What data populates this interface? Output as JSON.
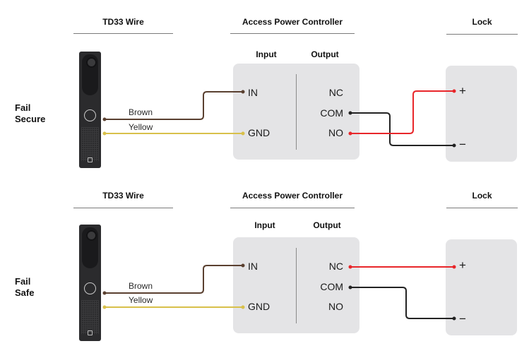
{
  "colors": {
    "brown": "#5a4030",
    "yellow": "#d8c04a",
    "red": "#e8262a",
    "black": "#232323",
    "box_fill": "#e4e4e6"
  },
  "sections": [
    {
      "mode_label_line1": "Fail",
      "mode_label_line2": "Secure",
      "headers": {
        "device": "TD33 Wire",
        "controller": "Access Power Controller",
        "lock": "Lock"
      },
      "controller": {
        "input_label": "Input",
        "output_label": "Output",
        "inputs": [
          "IN",
          "GND"
        ],
        "outputs": [
          "NC",
          "COM",
          "NO"
        ]
      },
      "wire_labels": {
        "brown": "Brown",
        "yellow": "Yellow"
      },
      "lock": {
        "plus": "+",
        "minus": "−"
      },
      "connections": [
        {
          "from": "device",
          "to": "IN",
          "color": "brown"
        },
        {
          "from": "device",
          "to": "GND",
          "color": "yellow"
        },
        {
          "from": "COM",
          "to": "lock-minus",
          "color": "black"
        },
        {
          "from": "NO",
          "to": "lock-plus",
          "color": "red"
        }
      ]
    },
    {
      "mode_label_line1": "Fail",
      "mode_label_line2": "Safe",
      "headers": {
        "device": "TD33 Wire",
        "controller": "Access Power Controller",
        "lock": "Lock"
      },
      "controller": {
        "input_label": "Input",
        "output_label": "Output",
        "inputs": [
          "IN",
          "GND"
        ],
        "outputs": [
          "NC",
          "COM",
          "NO"
        ]
      },
      "wire_labels": {
        "brown": "Brown",
        "yellow": "Yellow"
      },
      "lock": {
        "plus": "+",
        "minus": "−"
      },
      "connections": [
        {
          "from": "device",
          "to": "IN",
          "color": "brown"
        },
        {
          "from": "device",
          "to": "GND",
          "color": "yellow"
        },
        {
          "from": "NC",
          "to": "lock-plus",
          "color": "red"
        },
        {
          "from": "COM",
          "to": "lock-minus",
          "color": "black"
        }
      ]
    }
  ]
}
